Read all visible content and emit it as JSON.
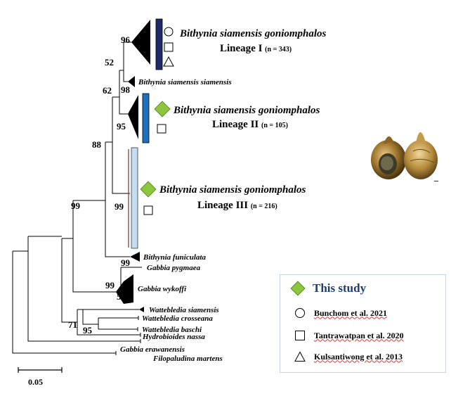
{
  "clades": {
    "lineage_i": {
      "taxon": "Bithynia siamensis goniomphalos",
      "lineage": "Lineage I",
      "n": "(n = 343)"
    },
    "lineage_ii": {
      "taxon": "Bithynia siamensis goniomphalos",
      "lineage": "Lineage II",
      "n": "(n = 105)"
    },
    "lineage_iii": {
      "taxon": "Bithynia siamensis goniomphalos",
      "lineage": "Lineage III",
      "n": "(n = 216)"
    }
  },
  "taxa": {
    "siamensis_siamensis": "Bithynia siamensis siamensis",
    "funiculata": "Bithynia funiculata",
    "pygmaea": "Gabbia pygmaea",
    "wykoffi": "Gabbia wykoffi",
    "wattebledia_siamensis": "Wattebledia siamensis",
    "crosseana": "Wattebledia crosseana",
    "baschi": "Wattebledia baschi",
    "nassa": "Hydrobioides nassa",
    "erawanensis": "Gabbia erawanensis",
    "filopaludina": "Filopaludina martens"
  },
  "bootstrap": {
    "b96": "96",
    "b52": "52",
    "b98": "98",
    "b62": "62",
    "b95a": "95",
    "b88": "88",
    "b99a": "99",
    "b99b": "99",
    "b99c": "99",
    "b99d": "99",
    "b53": "53",
    "b71": "71",
    "b95b": "95"
  },
  "scale_bar": {
    "label": "0.05"
  },
  "legend": {
    "this_study": "This study",
    "bunchom": "Bunchom et al. 2021",
    "tantrawatpan": "Tantrawatpan et al. 2020",
    "kulsantiwong": "Kulsantiwong et al. 2013"
  },
  "colors": {
    "lineage_i_bar": "#1e2b6b",
    "lineage_ii_bar": "#1f6fbf",
    "lineage_iii_bar": "#c6dcf3",
    "this_study_marker": "#8cc63f"
  }
}
